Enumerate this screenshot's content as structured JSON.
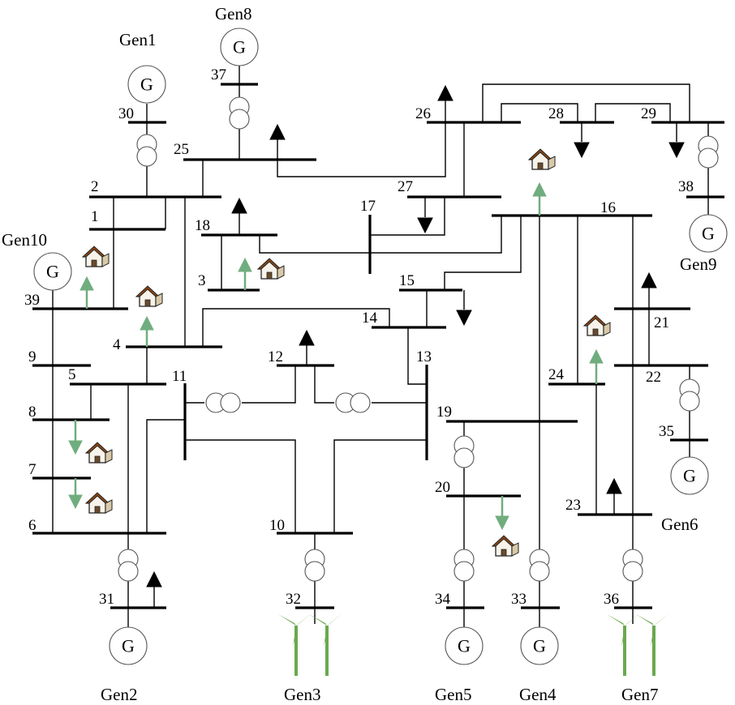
{
  "diagram": {
    "bus_labels": [
      "1",
      "2",
      "3",
      "4",
      "5",
      "6",
      "7",
      "8",
      "9",
      "10",
      "11",
      "12",
      "13",
      "14",
      "15",
      "16",
      "17",
      "18",
      "19",
      "20",
      "21",
      "22",
      "23",
      "24",
      "25",
      "26",
      "27",
      "28",
      "29",
      "30",
      "31",
      "32",
      "33",
      "34",
      "35",
      "36",
      "37",
      "38",
      "39"
    ],
    "generator_labels": [
      "Gen1",
      "Gen2",
      "Gen3",
      "Gen4",
      "Gen5",
      "Gen6",
      "Gen7",
      "Gen8",
      "Gen9",
      "Gen10"
    ],
    "generator_symbol": "G",
    "icons": [
      "generator-icon",
      "transformer-icon",
      "load-arrow-icon",
      "house-icon",
      "wind-turbine-icon"
    ],
    "colors": {
      "line": "#000000",
      "flow_arrow": "#70AD7E",
      "turbine": "#6AA84F",
      "house_roof": "#8B4513"
    }
  }
}
